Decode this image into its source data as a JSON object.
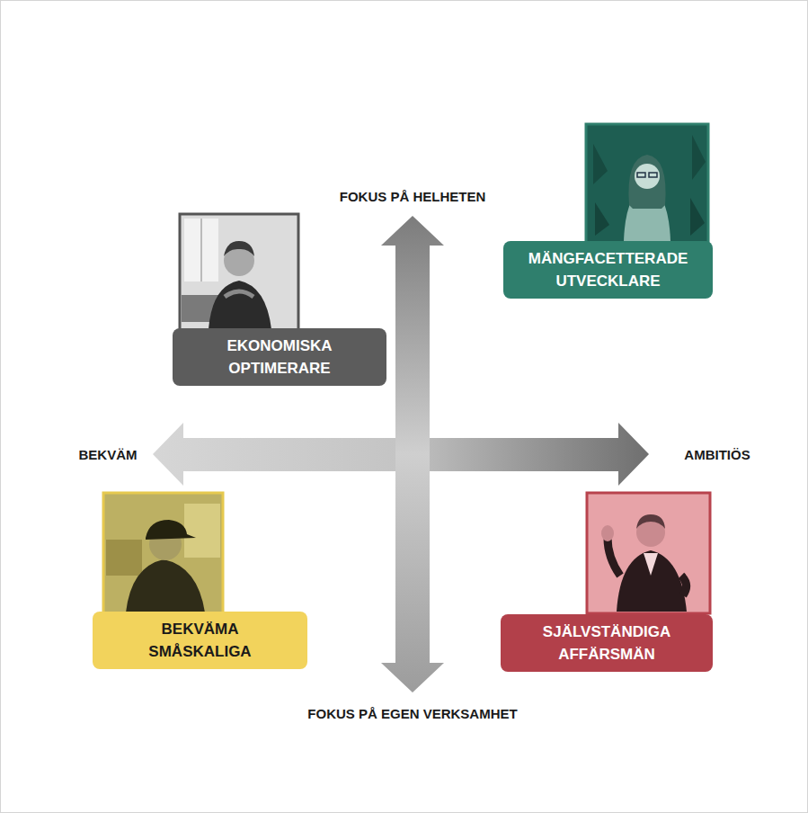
{
  "diagram": {
    "nodes": [
      {
        "text": [
          "EKONOMISKA OPTIMERARE"
        ]
      },
      {
        "text": [
          "MÄNGFACETTERADE UTVECKLARE"
        ]
      },
      {
        "text": [
          "BEKVÄMA SMÅSKALIGA"
        ]
      },
      {
        "text": [
          "SJÄLVSTÄNDIGA AFFÄRSMÄN"
        ]
      }
    ],
    "labels": [
      "FOKUS PÅ HELHETEN",
      "BEKVÄM",
      "AMBITIÖS",
      "FOKUS PÅ EGEN VERKSAMHET"
    ]
  }
}
